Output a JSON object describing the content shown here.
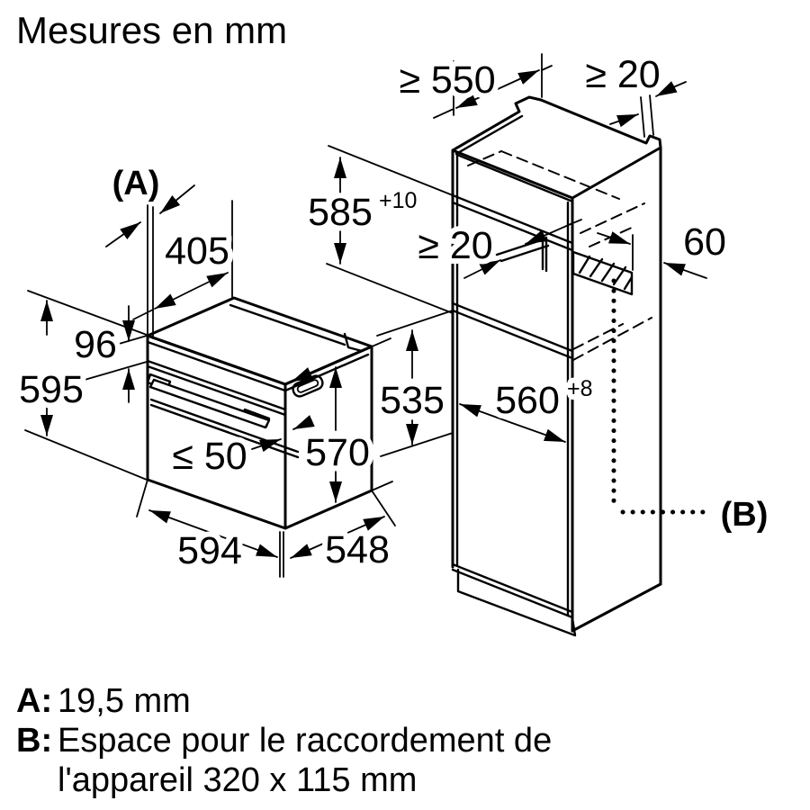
{
  "title": "Mesures en mm",
  "oven": {
    "marker_a": "(A)",
    "dim_top_depth": "405",
    "dim_panel_height": "96",
    "dim_height": "595",
    "dim_handle_clearance": "≤ 50",
    "dim_door_height": "570",
    "dim_width": "594",
    "dim_depth": "548"
  },
  "cabinet": {
    "marker_b": "(B)",
    "dim_min_depth": "≥ 550",
    "dim_rear_gap_top": "≥ 20",
    "dim_niche_height": "585",
    "dim_niche_height_tolerance": "+10",
    "dim_vent_gap": "≥ 20",
    "dim_rear_duct_depth": "60",
    "dim_lower_clearance": "535",
    "dim_niche_width": "560",
    "dim_niche_width_tolerance": "+8"
  },
  "legend": {
    "a_key": "A:",
    "a_value": "19,5 mm",
    "b_key": "B:",
    "b_value_line1": "Espace pour le raccordement de",
    "b_value_line2": "l'appareil 320 x 115 mm"
  }
}
